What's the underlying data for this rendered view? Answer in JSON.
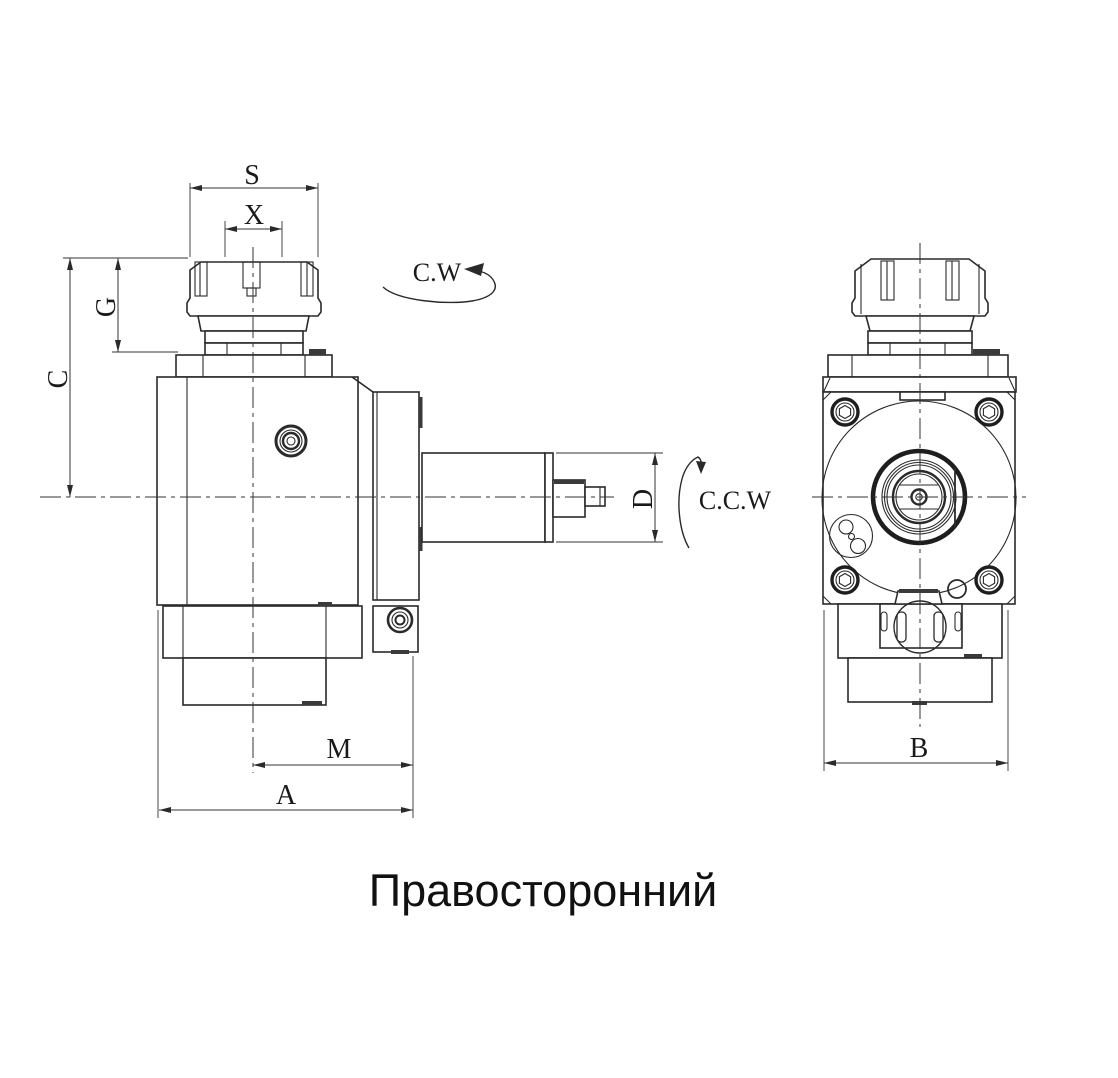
{
  "drawing": {
    "caption": "Правосторонний",
    "rotation": {
      "cw": "C.W",
      "ccw": "C.C.W"
    },
    "dimensions": {
      "s": "S",
      "x": "X",
      "g": "G",
      "c": "C",
      "d": "D",
      "m": "M",
      "a": "A",
      "b": "B"
    },
    "colors": {
      "line": "#2a2a2a",
      "background": "#ffffff"
    }
  }
}
